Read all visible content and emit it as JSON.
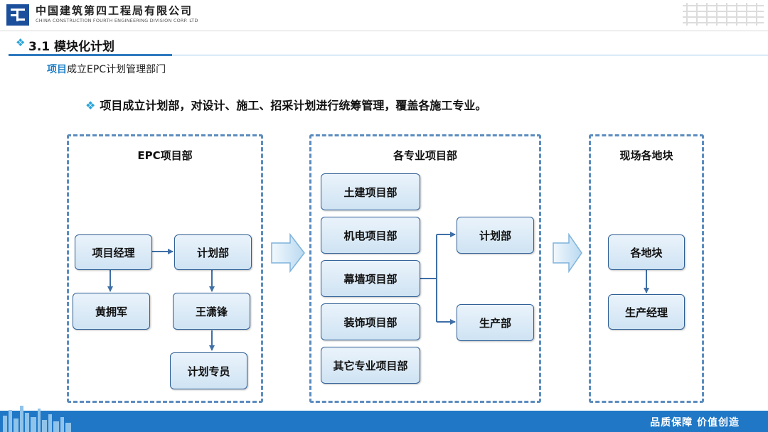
{
  "header": {
    "company_cn": "中国建筑第四工程局有限公司",
    "company_en": "CHINA CONSTRUCTION FOURTH ENGINEERING DIVISION CORP. LTD"
  },
  "section": {
    "title": "3.1 模块化计划",
    "subtitle_accent": "项目",
    "subtitle_rest": "成立EPC计划管理部门"
  },
  "bullet": "项目成立计划部，对设计、施工、招采计划进行统筹管理，覆盖各施工专业。",
  "groups": {
    "epc": {
      "title": "EPC项目部",
      "nodes": {
        "pm": "项目经理",
        "plan": "计划部",
        "huang": "黄拥军",
        "wang": "王潇锋",
        "specialist": "计划专员"
      }
    },
    "specialty": {
      "title": "各专业项目部",
      "nodes": {
        "civil": "土建项目部",
        "mep": "机电项目部",
        "curtain": "幕墙项目部",
        "decor": "装饰项目部",
        "other": "其它专业项目部",
        "plan": "计划部",
        "production": "生产部"
      }
    },
    "site": {
      "title": "现场各地块",
      "nodes": {
        "plots": "各地块",
        "prod_manager": "生产经理"
      }
    }
  },
  "footer": {
    "slogan": "品质保障   价值创造"
  },
  "colors": {
    "accent_blue": "#1f77c6",
    "node_border": "#2f5f95",
    "dashed_border": "#5b8cbf",
    "diamond": "#2aa4d8"
  }
}
